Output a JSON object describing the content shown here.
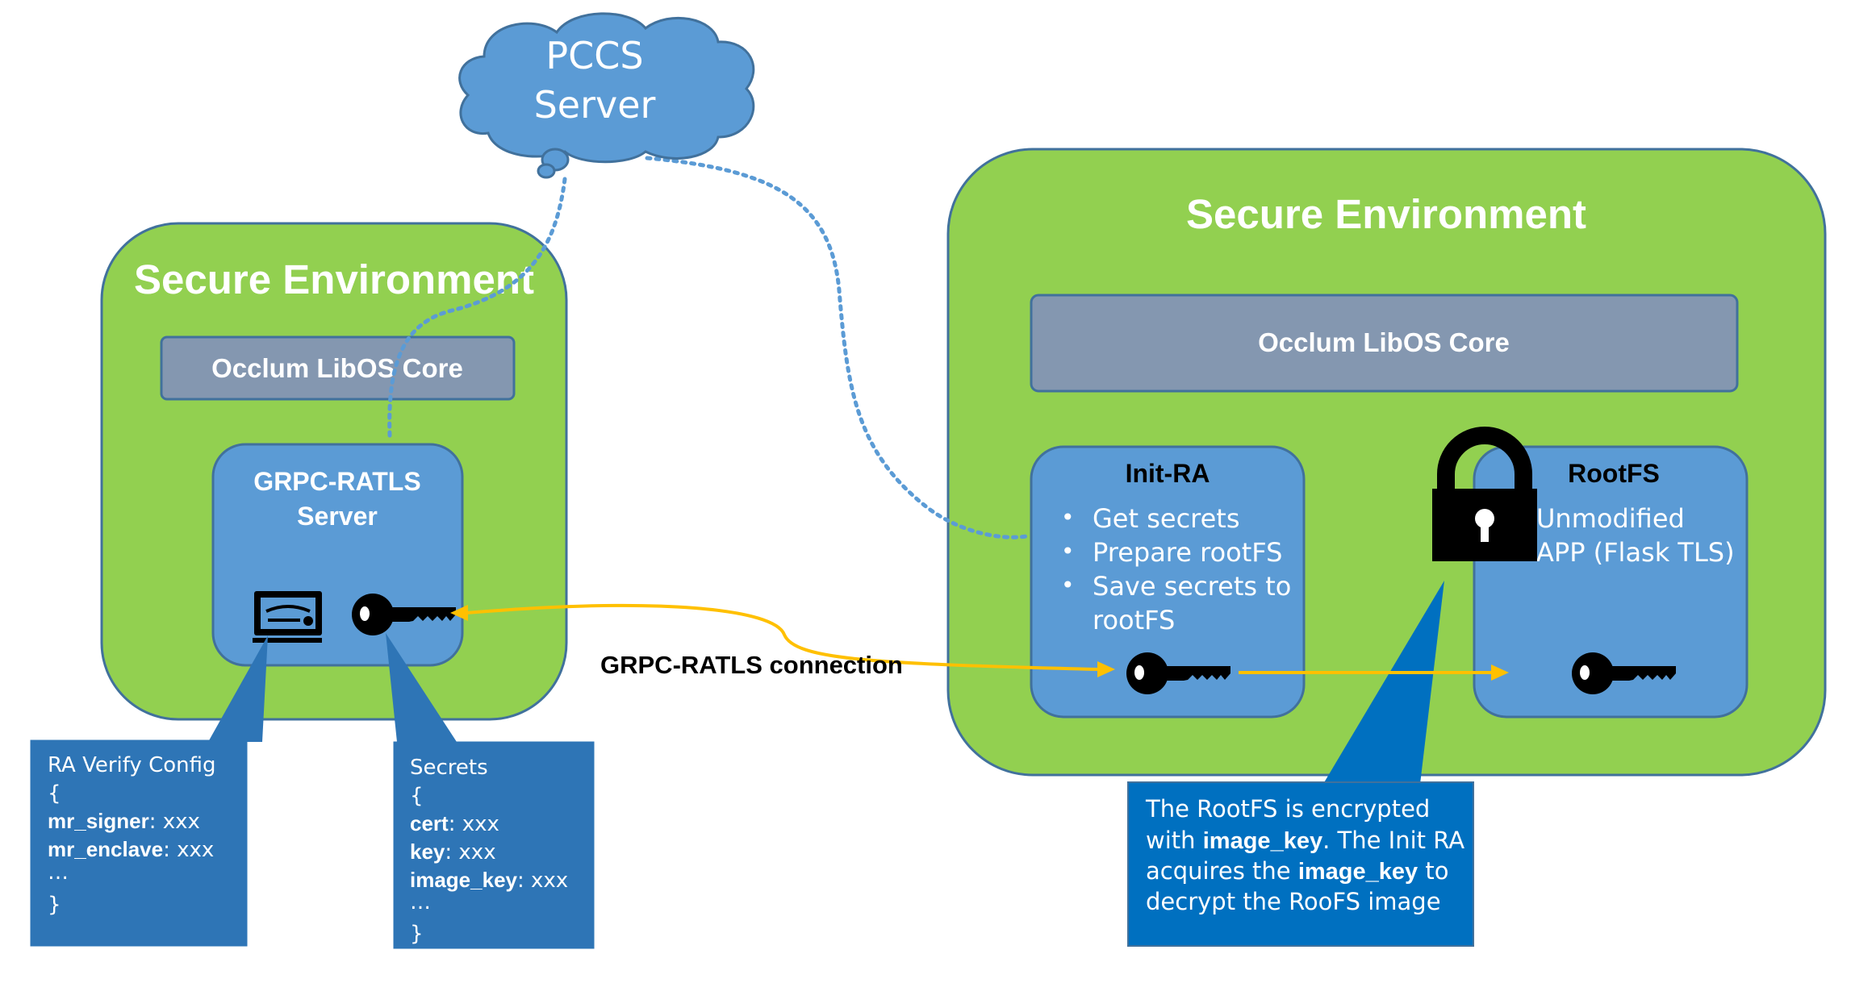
{
  "cloud": {
    "line1": "PCCS",
    "line2": "Server"
  },
  "left_env": {
    "title": "Secure Environment",
    "core_label": "Occlum LibOS Core",
    "server": {
      "line1": "GRPC-RATLS",
      "line2": "Server"
    }
  },
  "right_env": {
    "title": "Secure Environment",
    "core_label": "Occlum LibOS Core",
    "init_ra": {
      "title": "Init-RA",
      "bullets": [
        "Get secrets",
        "Prepare rootFS",
        "Save secrets to",
        "rootFS"
      ]
    },
    "rootfs": {
      "title": "RootFS",
      "line1": "Unmodified",
      "line2": "APP (Flask TLS)"
    }
  },
  "connection_label": "GRPC-RATLS connection",
  "ra_config": {
    "title": "RA Verify Config",
    "open": "{",
    "rows": [
      {
        "key": "mr_signer",
        "value": ": xxx"
      },
      {
        "key": "mr_enclave",
        "value": ": xxx"
      }
    ],
    "ellipsis": "…",
    "close": "}"
  },
  "secrets": {
    "title": "Secrets",
    "open": "{",
    "rows": [
      {
        "key": "cert",
        "value": ": xxx"
      },
      {
        "key": "key",
        "value": ": xxx"
      },
      {
        "key": "image_key",
        "value": ": xxx"
      }
    ],
    "ellipsis": "…",
    "close": "}"
  },
  "note": {
    "l1": "The RootFS is encrypted",
    "l2a": "with ",
    "l2b": "image_key",
    "l2c": ". The Init RA",
    "l3a": "acquires the ",
    "l3b": "image_key",
    "l3c": " to",
    "l4": "decrypt the RooFS image"
  },
  "icons": [
    "cloud-icon",
    "certificate-icon",
    "key-icon",
    "padlock-icon"
  ],
  "colors": {
    "env_green": "#92D050",
    "env_border": "#41719C",
    "core_gray": "#8497B0",
    "box_blue": "#5B9BD5",
    "callout_blue": "#2E75B6",
    "note_blue": "#0070C0",
    "arrow_orange": "#FFC000",
    "dotted_blue": "#5B9BD5"
  }
}
